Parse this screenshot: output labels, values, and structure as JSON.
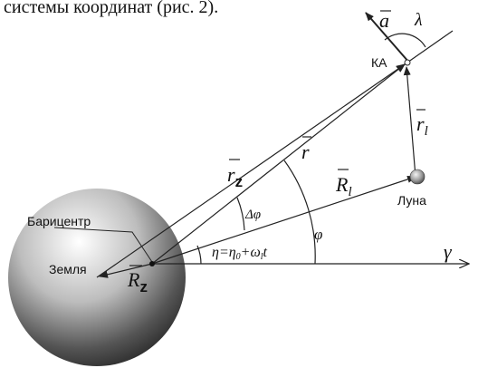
{
  "header_fragment": "системы координат (рис. 2).",
  "labels": {
    "a_vec": "a",
    "lambda": "λ",
    "ka": "КА",
    "r_l": "r",
    "r_l_sub": "l",
    "r": "r",
    "r_z": "r",
    "r_z_sub": "z",
    "R_l": "R",
    "R_l_sub": "l",
    "luna": "Луна",
    "delta_phi": "Δφ",
    "phi": "φ",
    "baricenter": "Барицентр",
    "zemlya": "Земля",
    "R_z": "R",
    "R_z_sub": "z",
    "eta": "η=η",
    "eta_sub0": "0",
    "eta_plus": "+ω",
    "eta_sub_l": "l",
    "eta_t": "t",
    "gamma": "γ"
  },
  "colors": {
    "line": "#222222",
    "earth_light": "#ffffff",
    "earth_dark": "#2a2a2a",
    "moon_light": "#eeeeee",
    "moon_dark": "#555555",
    "ka_dot": "#ffffff"
  },
  "icons": {
    "earth": "earth-sphere-icon",
    "moon": "moon-sphere-icon",
    "spacecraft": "spacecraft-dot-icon"
  }
}
